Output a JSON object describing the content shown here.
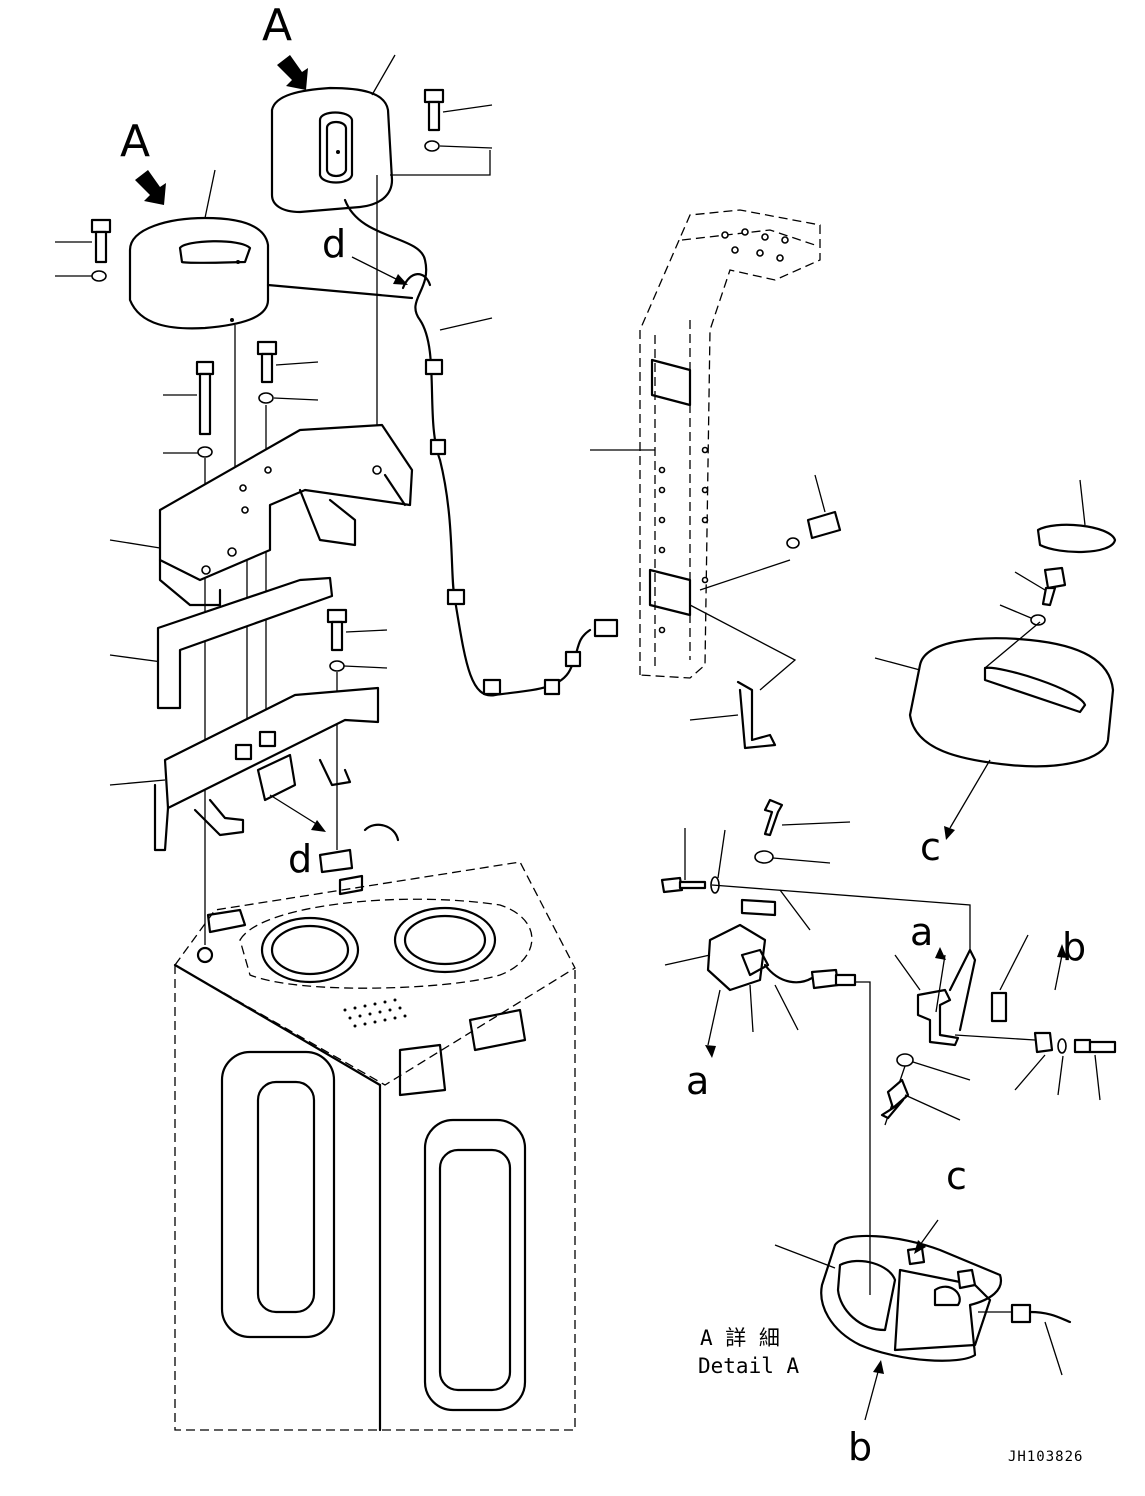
{
  "labels": {
    "view_a_top": "A",
    "view_a_left": "A",
    "conn_d_upper": "d",
    "conn_d_lower": "d",
    "conn_c_right": "c",
    "conn_a_upper": "a",
    "conn_a_lower": "a",
    "conn_b_upper": "b",
    "conn_c_lower": "c",
    "conn_b_lower": "b"
  },
  "detail": {
    "jp": "A 詳 細",
    "en": "Detail A"
  },
  "drawing_code": "JH103826"
}
